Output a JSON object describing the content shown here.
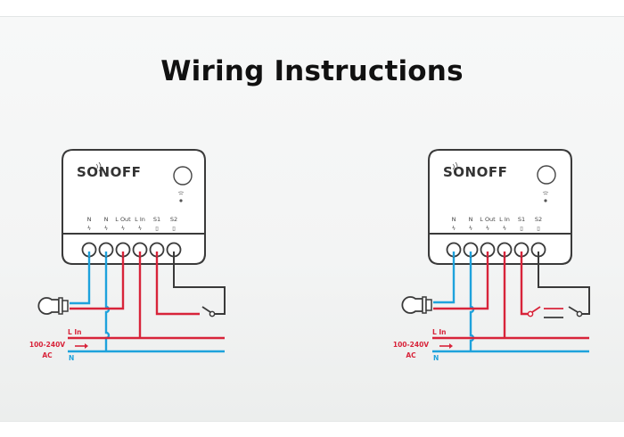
{
  "title": "Wiring Instructions",
  "colors": {
    "live": "#d8243a",
    "neutral": "#1ea2dc",
    "switch_wire": "#3a3a3a",
    "background": "#f4f5f5"
  },
  "diagrams": [
    {
      "id": "single-switch",
      "device": {
        "brand": "SONOFF",
        "terminals": [
          {
            "label": "N",
            "symbol": "ϟ"
          },
          {
            "label": "N",
            "symbol": "ϟ"
          },
          {
            "label": "L Out",
            "symbol": "ϟ"
          },
          {
            "label": "L In",
            "symbol": "ϟ"
          },
          {
            "label": "S1",
            "symbol": "▯"
          },
          {
            "label": "S2",
            "symbol": "▯"
          }
        ]
      },
      "supply": {
        "live_label": "L In",
        "neutral_label": "N",
        "voltage": "100-240V",
        "type": "AC"
      },
      "load": "light-bulb",
      "switch": "single-pole"
    },
    {
      "id": "two-way-switch",
      "device": {
        "brand": "SONOFF",
        "terminals": [
          {
            "label": "N",
            "symbol": "ϟ"
          },
          {
            "label": "N",
            "symbol": "ϟ"
          },
          {
            "label": "L Out",
            "symbol": "ϟ"
          },
          {
            "label": "L In",
            "symbol": "ϟ"
          },
          {
            "label": "S1",
            "symbol": "▯"
          },
          {
            "label": "S2",
            "symbol": "▯"
          }
        ]
      },
      "supply": {
        "live_label": "L In",
        "neutral_label": "N",
        "voltage": "100-240V",
        "type": "AC"
      },
      "load": "light-bulb",
      "switch": "two-way"
    }
  ]
}
